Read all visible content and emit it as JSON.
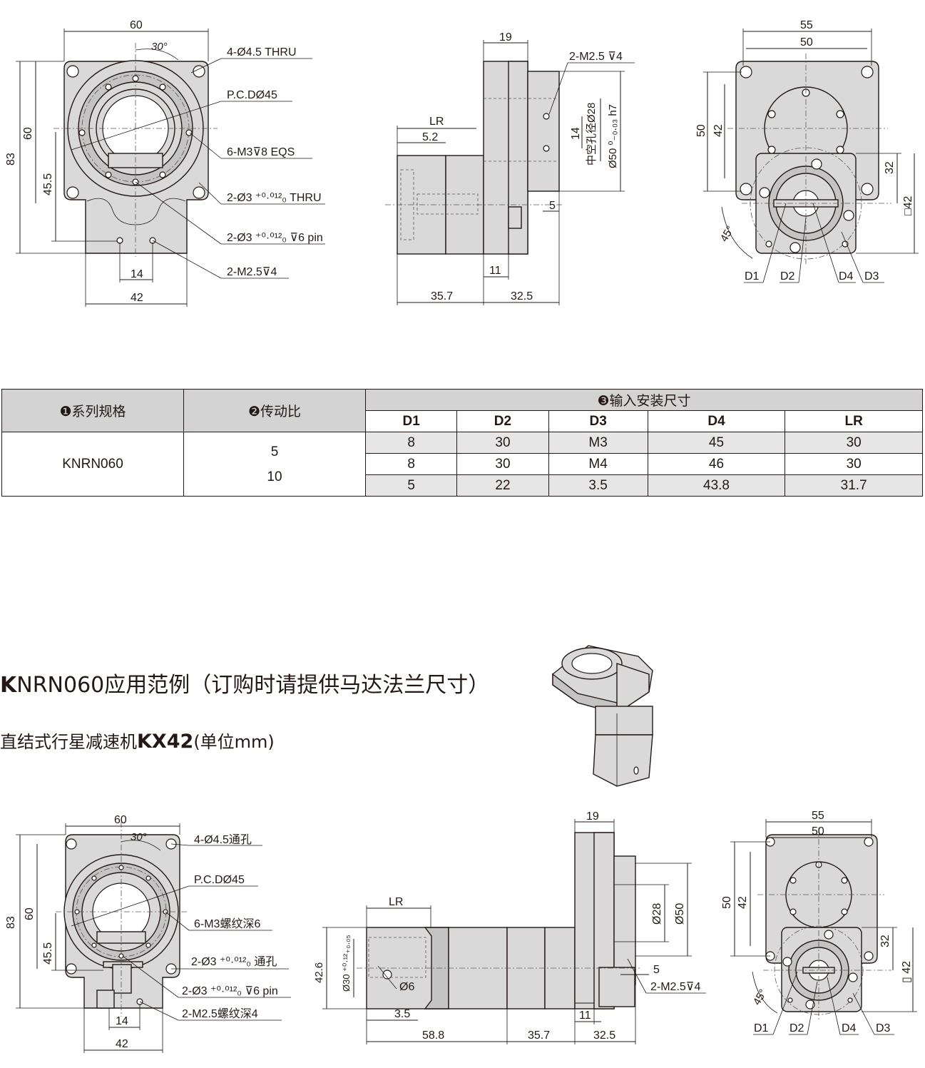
{
  "top_drawing": {
    "front": {
      "dims": {
        "w60": "60",
        "angle": "30°",
        "h83": "83",
        "h60": "60",
        "h45_5": "45.5",
        "w14": "14",
        "w42": "42"
      },
      "callouts": [
        "4-Ø4.5 THRU",
        "P.C.DØ45",
        "6-M3⊽8 EQS",
        "2-Ø3 ⁺⁰·⁰¹²₀ THRU",
        "2-Ø3 ⁺⁰·⁰¹²₀ ⊽6 pin",
        "2-M2.5⊽4"
      ]
    },
    "side": {
      "dims": {
        "w19": "19",
        "lr": "LR",
        "w5_2": "5.2",
        "w5": "5",
        "w11": "11",
        "w35_7": "35.7",
        "w32_5": "32.5",
        "h14": "14"
      },
      "callouts": [
        "2-M2.5 ⊽4",
        "中空孔径Ø28",
        "Ø50 ⁰₋₀.₀₃ h7"
      ]
    },
    "rear": {
      "dims": {
        "w55": "55",
        "w50": "50",
        "h50": "50",
        "h42": "42",
        "h32": "32",
        "sq42": "□42",
        "angle": "45°"
      },
      "labels": [
        "D1",
        "D2",
        "D4",
        "D3"
      ]
    }
  },
  "table": {
    "col1": "❶系列规格",
    "col2": "❷传动比",
    "group": "❸输入安装尺寸",
    "sub": [
      "D1",
      "D2",
      "D3",
      "D4",
      "LR"
    ],
    "model": "KNRN060",
    "ratios": [
      "5",
      "10"
    ],
    "rows": [
      [
        "8",
        "30",
        "M3",
        "45",
        "30"
      ],
      [
        "8",
        "30",
        "M4",
        "46",
        "30"
      ],
      [
        "5",
        "22",
        "3.5",
        "43.8",
        "31.7"
      ]
    ]
  },
  "example": {
    "title_bold": "K",
    "title_rest": "NRN060应用范例（订购时请提供马达法兰尺寸）",
    "sub_prefix": "直结式行星减速机",
    "sub_bold": "KX42",
    "sub_suffix": "(单位mm)"
  },
  "bottom_drawing": {
    "front": {
      "dims": {
        "w60": "60",
        "angle": "30°",
        "h83": "83",
        "h60": "60",
        "h45_5": "45.5",
        "w14": "14",
        "w42": "42"
      },
      "callouts": [
        "4-Ø4.5通孔",
        "P.C.DØ45",
        "6-M3螺纹深6",
        "2-Ø3 ⁺⁰·⁰¹²₀ 通孔",
        "2-Ø3 ⁺⁰·⁰¹²₀ ⊽6 pin",
        "2-M2.5螺纹深4"
      ]
    },
    "side": {
      "dims": {
        "w19": "19",
        "lr": "LR",
        "h42_6": "42.6",
        "d30": "Ø30 ⁺⁰·¹²₊₀.₀₅",
        "d6": "Ø6",
        "d28": "Ø28",
        "d50": "Ø50",
        "w5": "5",
        "w3_5": "3.5",
        "w11": "11",
        "w58_8": "58.8",
        "w35_7": "35.7",
        "w32_5": "32.5"
      },
      "callouts": [
        "2-M2.5⊽4"
      ]
    },
    "rear": {
      "dims": {
        "w55": "55",
        "w50": "50",
        "h50": "50",
        "h42": "42",
        "h32": "32",
        "sq42": "▯ 42",
        "angle": "45°"
      },
      "labels": [
        "D1",
        "D2",
        "D4",
        "D3"
      ]
    }
  }
}
